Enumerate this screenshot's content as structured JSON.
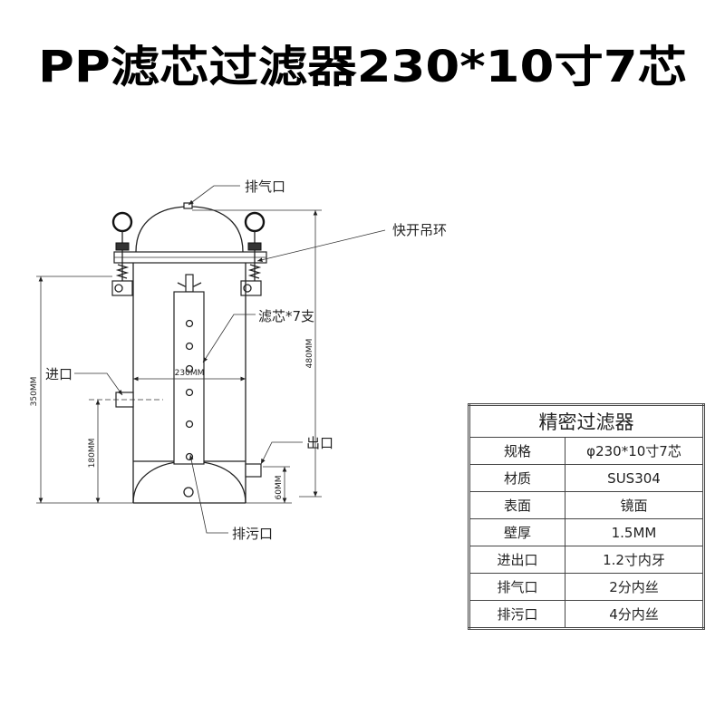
{
  "title": "PP滤芯过滤器230*10寸7芯",
  "diagram": {
    "labels": {
      "vent": "排气口",
      "lifting_ring": "快开吊环",
      "cartridge": "滤芯*7支",
      "inlet": "进口",
      "outlet": "出口",
      "drain": "排污口"
    },
    "dimensions": {
      "diameter": "230MM",
      "total_height": "480MM",
      "body_height": "350MM",
      "inlet_height": "180MM",
      "outlet_height": "60MM"
    }
  },
  "spec_table": {
    "header": "精密过滤器",
    "rows": [
      {
        "label": "规格",
        "value": "φ230*10寸7芯"
      },
      {
        "label": "材质",
        "value": "SUS304"
      },
      {
        "label": "表面",
        "value": "镜面"
      },
      {
        "label": "壁厚",
        "value": "1.5MM"
      },
      {
        "label": "进出口",
        "value": "1.2寸内牙"
      },
      {
        "label": "排气口",
        "value": "2分内丝"
      },
      {
        "label": "排污口",
        "value": "4分内丝"
      }
    ]
  }
}
